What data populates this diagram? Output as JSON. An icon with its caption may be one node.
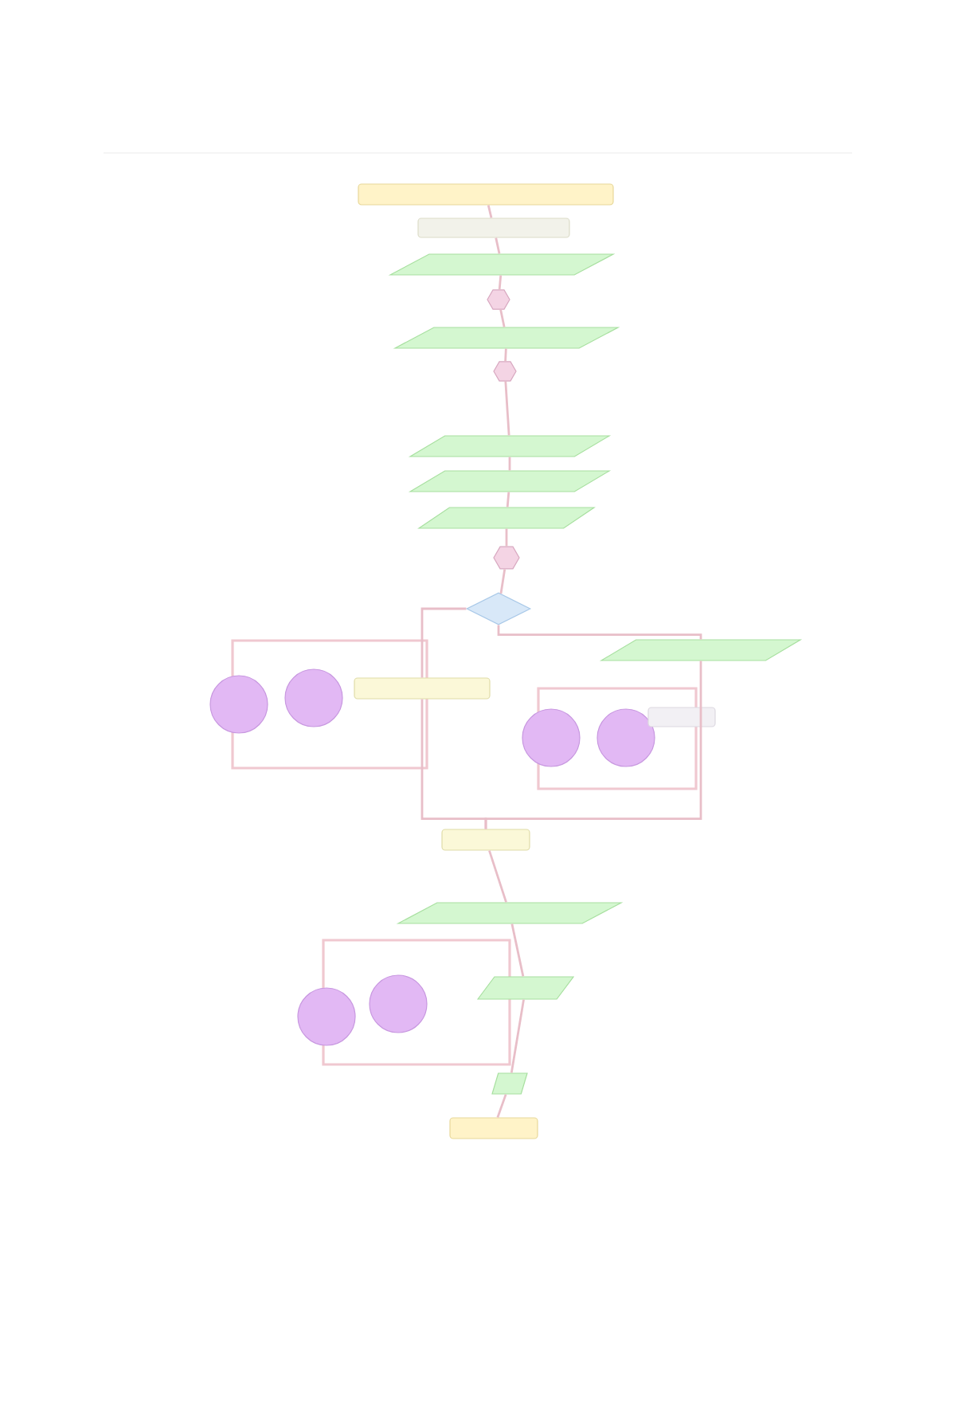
{
  "diagram": {
    "nodes": [
      {
        "text": [],
        "shape": "box"
      },
      {
        "text": [],
        "shape": "box"
      },
      {
        "text": [],
        "shape": "parallelogram"
      },
      {
        "text": [],
        "shape": "hexagon"
      },
      {
        "text": [],
        "shape": "parallelogram"
      },
      {
        "text": [],
        "shape": "hexagon"
      },
      {
        "text": [],
        "shape": "parallelogram"
      },
      {
        "text": [],
        "shape": "parallelogram"
      },
      {
        "text": [],
        "shape": "parallelogram"
      },
      {
        "text": [],
        "shape": "hexagon"
      },
      {
        "text": [],
        "shape": "diamond"
      },
      {
        "text": [],
        "shape": "box"
      },
      {
        "text": [],
        "shape": "circle"
      },
      {
        "text": [],
        "shape": "circle"
      },
      {
        "text": [],
        "shape": "parallelogram"
      },
      {
        "text": [],
        "shape": "circle"
      },
      {
        "text": [],
        "shape": "circle"
      },
      {
        "text": [],
        "shape": "box"
      },
      {
        "text": [],
        "shape": "box"
      },
      {
        "text": [],
        "shape": "parallelogram"
      },
      {
        "text": [],
        "shape": "circle"
      },
      {
        "text": [],
        "shape": "circle"
      },
      {
        "text": [],
        "shape": "parallelogram"
      },
      {
        "text": [],
        "shape": "parallelogram"
      },
      {
        "text": [],
        "shape": "box"
      }
    ],
    "edges": [
      {
        "from": 0,
        "to": 1,
        "arrow": "none"
      },
      {
        "from": 1,
        "to": 2,
        "arrow": "none"
      },
      {
        "from": 2,
        "to": 3,
        "arrow": "none"
      },
      {
        "from": 3,
        "to": 4,
        "arrow": "none"
      },
      {
        "from": 4,
        "to": 5,
        "arrow": "none"
      },
      {
        "from": 5,
        "to": 6,
        "arrow": "none"
      },
      {
        "from": 6,
        "to": 7,
        "arrow": "none"
      },
      {
        "from": 7,
        "to": 8,
        "arrow": "none"
      },
      {
        "from": 8,
        "to": 9,
        "arrow": "none"
      },
      {
        "from": 9,
        "to": 10,
        "arrow": "none"
      },
      {
        "from": 10,
        "to": 11,
        "arrow": "none"
      },
      {
        "from": 10,
        "to": 14,
        "arrow": "none"
      },
      {
        "from": 11,
        "to": 18,
        "arrow": "none"
      },
      {
        "from": 14,
        "to": 18,
        "arrow": "none"
      },
      {
        "from": 18,
        "to": 19,
        "arrow": "none"
      },
      {
        "from": 19,
        "to": 22,
        "arrow": "none"
      },
      {
        "from": 22,
        "to": 23,
        "arrow": "none"
      },
      {
        "from": 23,
        "to": 24,
        "arrow": "none"
      }
    ]
  }
}
